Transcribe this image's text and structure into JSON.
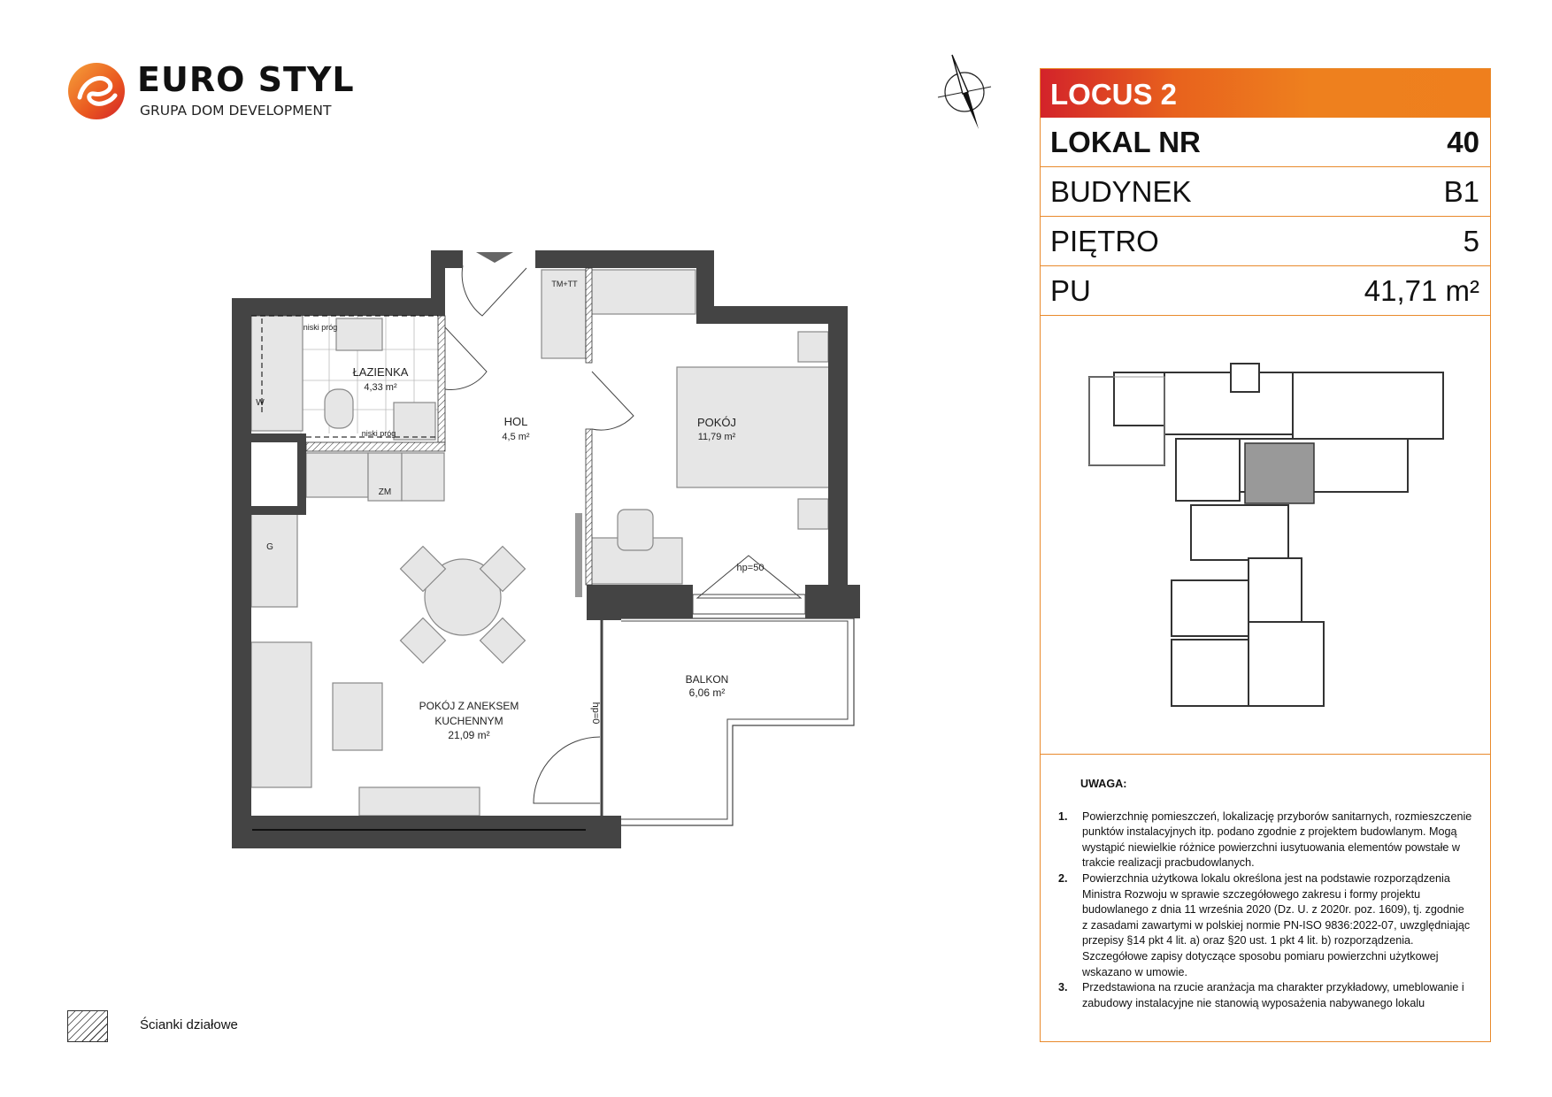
{
  "brand": {
    "name": "EURO STYL",
    "tagline": "GRUPA DOM DEVELOPMENT"
  },
  "info": {
    "project": "LOCUS 2",
    "rows": [
      {
        "label": "LOKAL NR",
        "value": "40"
      },
      {
        "label": "BUDYNEK",
        "value": "B1"
      },
      {
        "label": "PIĘTRO",
        "value": "5"
      },
      {
        "label": "PU",
        "value": "41,71 m²"
      }
    ]
  },
  "notes": {
    "title": "UWAGA:",
    "items": [
      {
        "num": "1.",
        "text": "Powierzchnię pomieszczeń, lokalizację przyborów sanitarnych, rozmieszczenie punktów instalacyjnych itp. podano zgodnie z projektem budowlanym. Mogą wystąpić niewielkie różnice powierzchni iusytuowania elementów powstałe w trakcie realizacji pracbudowlanych."
      },
      {
        "num": "2.",
        "text": "Powierzchnia użytkowa lokalu określona jest na podstawie rozporządzenia Ministra Rozwoju w sprawie szczegółowego zakresu i formy projektu budowlanego z dnia 11 września 2020 (Dz. U. z 2020r. poz. 1609), tj. zgodnie z zasadami zawartymi w polskiej normie PN-ISO 9836:2022-07, uwzględniając przepisy §14 pkt 4 lit. a) oraz §20 ust. 1 pkt 4 lit. b) rozporządzenia. Szczegółowe zapisy dotyczące sposobu pomiaru powierzchni użytkowej wskazano w umowie."
      },
      {
        "num": "3.",
        "text": "Przedstawiona na rzucie aranżacja ma charakter przykładowy, umeblowanie i zabudowy instalacyjne nie stanowią wyposażenia nabywanego lokalu"
      }
    ]
  },
  "rooms": {
    "bathroom": {
      "name": "ŁAZIENKA",
      "area": "4,33 m²"
    },
    "hall": {
      "name": "HOL",
      "area": "4,5 m²"
    },
    "bedroom": {
      "name": "POKÓJ",
      "area": "11,79 m²"
    },
    "living": {
      "name1": "POKÓJ Z ANEKSEM",
      "name2": "KUCHENNYM",
      "area": "21,09 m²"
    },
    "balcony": {
      "name": "BALKON",
      "area": "6,06 m²"
    }
  },
  "plan_marks": {
    "threshold": "niski próg",
    "installations": "TM+TT",
    "meter": "ZM",
    "window_sill_bedroom": "hp=50",
    "window_sill_living": "hp=0",
    "water": "W",
    "gas": "G"
  },
  "legend": {
    "partition_walls": "Ścianki działowe"
  },
  "colors": {
    "accent": "#ef7f1d",
    "accent_red": "#d3232a",
    "wall": "#444444",
    "furniture": "#e6e6e6",
    "highlight": "#999999"
  }
}
